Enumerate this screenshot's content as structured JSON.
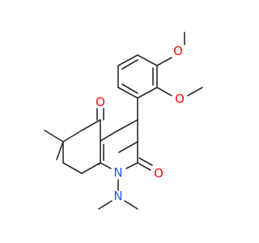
{
  "molecule": {
    "bond_color": "#2b2b2b",
    "oxygen_color": "#ff0d0d",
    "nitrogen_color": "#3050f8",
    "atoms": {
      "o_methoxy_top": "O",
      "o_methoxy_mid": "O",
      "o_ketone": "O",
      "o_lactam": "O",
      "n_ring": "N",
      "n_dimethylamino": "N"
    }
  }
}
